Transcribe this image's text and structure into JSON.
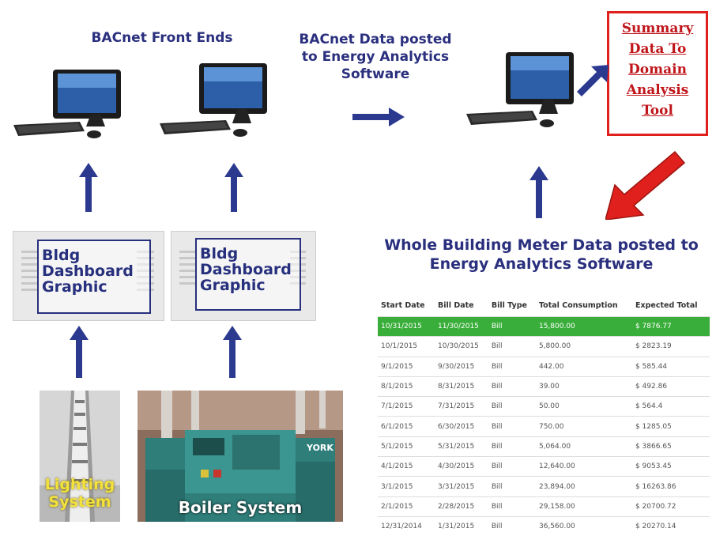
{
  "labels": {
    "bacnet_front_ends": "BACnet Front Ends",
    "bacnet_data": "BACnet Data posted to Energy Analytics Software",
    "summary": "Summary Data To Domain Analysis Tool",
    "meter_title": "Whole Building Meter Data posted to Energy Analytics  Software"
  },
  "dashboards": [
    {
      "label": "Bldg Dashboard Graphic"
    },
    {
      "label": "Bldg Dashboard Graphic"
    }
  ],
  "systems": {
    "lighting": "Lighting System",
    "boiler": "Boiler System"
  },
  "table": {
    "headers": [
      "Start Date",
      "Bill Date",
      "Bill Type",
      "Total Consumption",
      "Expected Total"
    ],
    "rows": [
      [
        "10/31/2015",
        "11/30/2015",
        "Bill",
        "15,800.00",
        "$ 7876.77"
      ],
      [
        "10/1/2015",
        "10/30/2015",
        "Bill",
        "5,800.00",
        "$ 2823.19"
      ],
      [
        "9/1/2015",
        "9/30/2015",
        "Bill",
        "442.00",
        "$ 585.44"
      ],
      [
        "8/1/2015",
        "8/31/2015",
        "Bill",
        "39.00",
        "$ 492.86"
      ],
      [
        "7/1/2015",
        "7/31/2015",
        "Bill",
        "50.00",
        "$ 564.4"
      ],
      [
        "6/1/2015",
        "6/30/2015",
        "Bill",
        "750.00",
        "$ 1285.05"
      ],
      [
        "5/1/2015",
        "5/31/2015",
        "Bill",
        "5,064.00",
        "$ 3866.65"
      ],
      [
        "4/1/2015",
        "4/30/2015",
        "Bill",
        "12,640.00",
        "$ 9053.45"
      ],
      [
        "3/1/2015",
        "3/31/2015",
        "Bill",
        "23,894.00",
        "$ 16263.86"
      ],
      [
        "2/1/2015",
        "2/28/2015",
        "Bill",
        "29,158.00",
        "$ 20700.72"
      ],
      [
        "12/31/2014",
        "1/31/2015",
        "Bill",
        "36,560.00",
        "$ 20270.14"
      ]
    ],
    "highlight_row": 0,
    "highlight_color": "#3aae3a"
  },
  "colors": {
    "arrow": "#2b3a8f",
    "title": "#2a2f7e",
    "summary_border": "#e0201c",
    "red_arrow": "#e0201c"
  }
}
